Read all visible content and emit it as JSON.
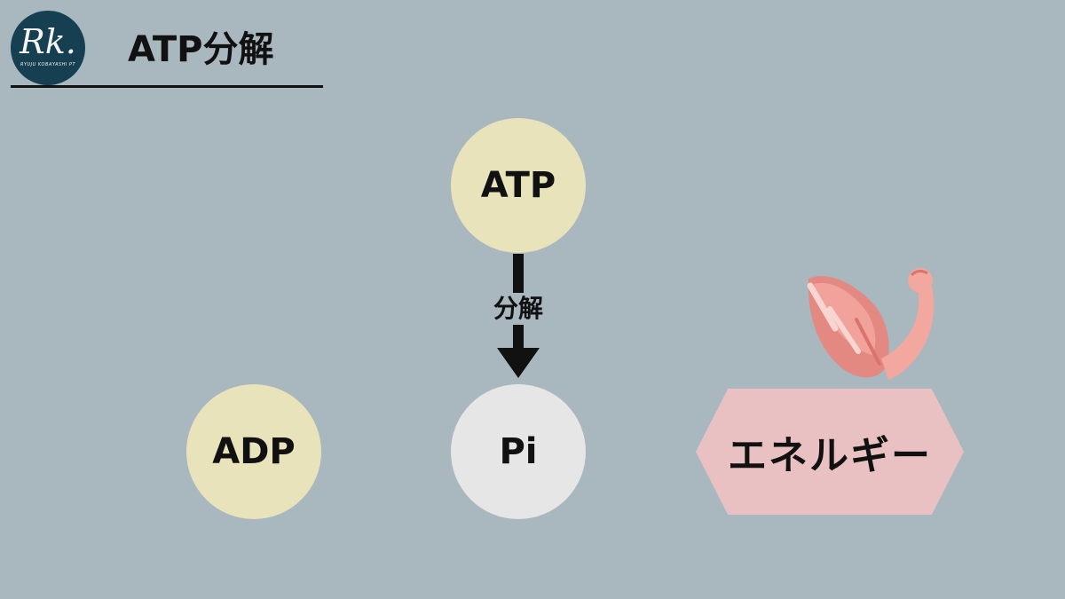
{
  "header": {
    "logo": {
      "mark": "Rk.",
      "subtitle": "RYUJU KOBAYASHI PT"
    },
    "title": "ATP分解"
  },
  "diagram": {
    "nodes": {
      "atp": "ATP",
      "adp": "ADP",
      "pi": "Pi"
    },
    "arrow_label": "分解",
    "energy_label": "エネルギー",
    "colors": {
      "background": "#a9b7bf",
      "atp_adp_fill": "#e9e3bb",
      "pi_fill": "#e6e6e6",
      "energy_fill": "#eac1c2",
      "logo_fill": "#163f52"
    },
    "icons": {
      "energy_illustration": "flexed-arm-muscle-icon"
    }
  }
}
